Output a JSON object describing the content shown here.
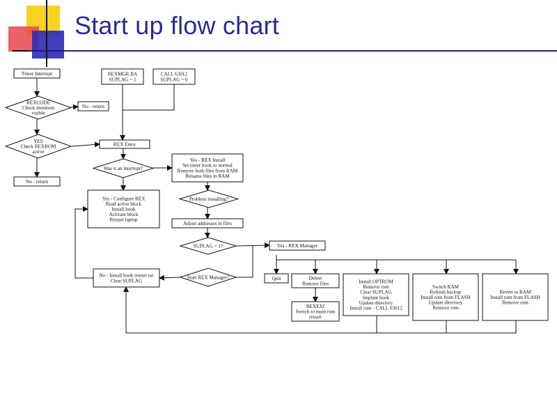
{
  "slide": {
    "title": "Start up flow chart",
    "colors": {
      "title": "#2a2a9a",
      "yellow": "#f7d21e",
      "red": "#e8484c",
      "blue": "#2b2bb5"
    }
  },
  "flowchart": {
    "nodes": {
      "timer_interrupt": [
        "Timer Interrupt"
      ],
      "rexmgr": [
        "REXMGR.BA",
        "SUPLAG = 1"
      ],
      "call": [
        "CALL 63012",
        "SUPLAG = 0"
      ],
      "rexcode": [
        "REXCODE",
        "Check monitom",
        "visible"
      ],
      "no_return_1": [
        "No - return"
      ],
      "yes_check": [
        "YES",
        "Check REXROM",
        "active"
      ],
      "no_return_2": [
        "No - return"
      ],
      "rex_entry": [
        "REX Entry"
      ],
      "was_it_interrupt": [
        "Was it an interrupt?"
      ],
      "yes_rex_install": [
        "Yes - REX Install",
        "Set timer hook to normal",
        "Remove both files from RAM",
        "Rename files in RAM"
      ],
      "yes_configure": [
        "Yes - Configure REX",
        "Read active block",
        "Install hook",
        "Activate block",
        "Restart laptop"
      ],
      "problem_installing": [
        "Problem installing?"
      ],
      "adjust_address": [
        "Adjust addresses in files"
      ],
      "suplag_q": [
        "SUPLAG = 1?"
      ],
      "yes_rex_manager": [
        "Yes - REX Manager"
      ],
      "start_rex_manager": [
        "Start REX Manager?"
      ],
      "no_install": [
        "No - Install hook restart tar",
        "Clear SUPLAG"
      ],
      "quit": [
        "Quit"
      ],
      "delete": [
        "Delete",
        "Remove files"
      ],
      "rexexi": [
        "REXEXI",
        "Switch to main rom",
        "restart"
      ],
      "install_optrom": [
        "Install OPTROM",
        "Remove rom",
        "Clear SUPLAG",
        "Implant hook",
        "Update directory",
        "Install rom - CALL 63012"
      ],
      "switch_ram": [
        "Switch RAM",
        "Refresh backup",
        "Install rom from FLASH",
        "Update directory",
        "Remove rom"
      ],
      "revert_ram": [
        "Revert to RAM",
        "Install rom from FLASH",
        "Remove rom"
      ]
    }
  }
}
